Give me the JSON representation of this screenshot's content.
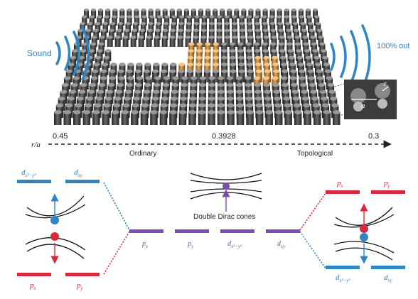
{
  "top": {
    "sound_label": "Sound",
    "out_label": "100% out"
  },
  "inset": {
    "label_a": "a",
    "label_r": "r"
  },
  "axis": {
    "variable": "r/a",
    "ticks": [
      "0.45",
      "0.3928",
      "0.3"
    ],
    "regions": [
      "Ordinary",
      "Topological"
    ]
  },
  "left_panel": {
    "top_levels": [
      "d",
      "d"
    ],
    "top_levels_sub": [
      "x²−y²",
      "xy"
    ],
    "bottom_levels": [
      "p",
      "p"
    ],
    "bottom_levels_sub": [
      "x",
      "y"
    ]
  },
  "middle_panel": {
    "caption": "Double Dirac cones",
    "levels": [
      "p",
      "p",
      "d",
      "d"
    ],
    "levels_sub": [
      "x",
      "y",
      "x²−y²",
      "xy"
    ]
  },
  "right_panel": {
    "top_levels": [
      "p",
      "p"
    ],
    "top_levels_sub": [
      "x",
      "y"
    ],
    "bottom_levels": [
      "d",
      "d"
    ],
    "bottom_levels_sub": [
      "x²−y²",
      "xy"
    ]
  },
  "colors": {
    "blue": "#2f84c4",
    "red": "#d42a3a",
    "purple": "#7a4fb0",
    "cylinder_dark": "#3a3a3a",
    "cylinder_orange": "#c98a3a"
  }
}
